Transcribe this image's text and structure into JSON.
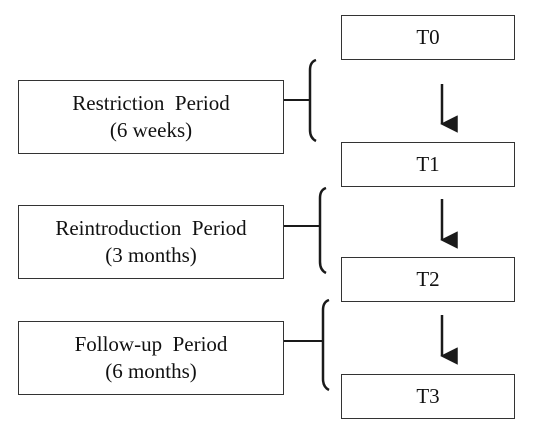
{
  "timepoints": [
    {
      "label": "T0"
    },
    {
      "label": "T1"
    },
    {
      "label": "T2"
    },
    {
      "label": "T3"
    }
  ],
  "periods": [
    {
      "name": "Restriction  Period",
      "duration": "(6 weeks)"
    },
    {
      "name": "Reintroduction  Period",
      "duration": "(3 months)"
    },
    {
      "name": "Follow-up  Period",
      "duration": "(6 months)"
    }
  ],
  "colors": {
    "line": "#1a1a1a",
    "border": "#333333",
    "text": "#111111",
    "background": "#ffffff"
  }
}
